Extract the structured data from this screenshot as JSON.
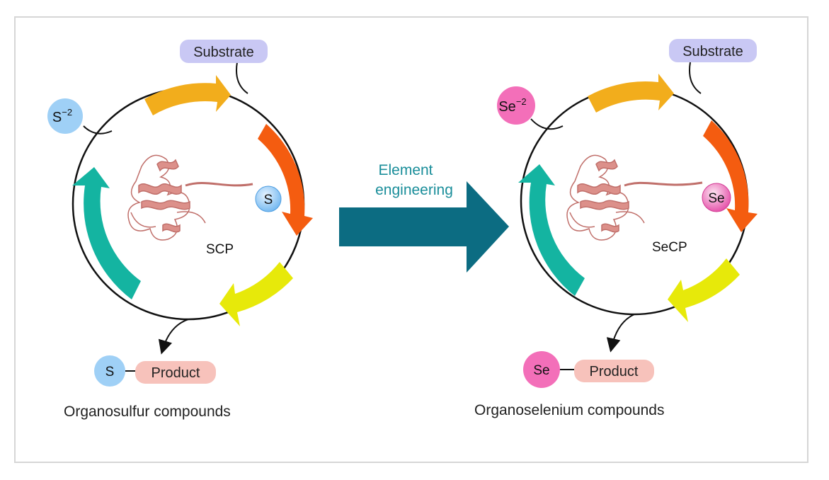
{
  "left_cycle": {
    "substrate_label": "Substrate",
    "ion_label": "S",
    "ion_charge": "−2",
    "protein_element": "S",
    "protein_label": "SCP",
    "product_element": "S",
    "product_label": "Product",
    "compound_class": "Organosulfur compounds"
  },
  "transition": {
    "line1": "Element",
    "line2": "engineering"
  },
  "right_cycle": {
    "substrate_label": "Substrate",
    "ion_label": "Se",
    "ion_charge": "−2",
    "protein_element": "Se",
    "protein_label": "SeCP",
    "product_element": "Se",
    "product_label": "Product",
    "compound_class": "Organoselenium compounds"
  },
  "colors": {
    "substrate_pill": "#c9c8f4",
    "sulfur": "#9fd0f6",
    "selenium": "#f36fb9",
    "product_pill": "#f7c2bb",
    "arrow_orange_yellow": "#f2ad1c",
    "arrow_orange_red": "#f45c10",
    "arrow_yellow": "#e7e90a",
    "arrow_teal": "#14b4a1",
    "main_arrow": "#0c6c82",
    "transition_text": "#1a8e9a",
    "protein": "#d98882"
  }
}
